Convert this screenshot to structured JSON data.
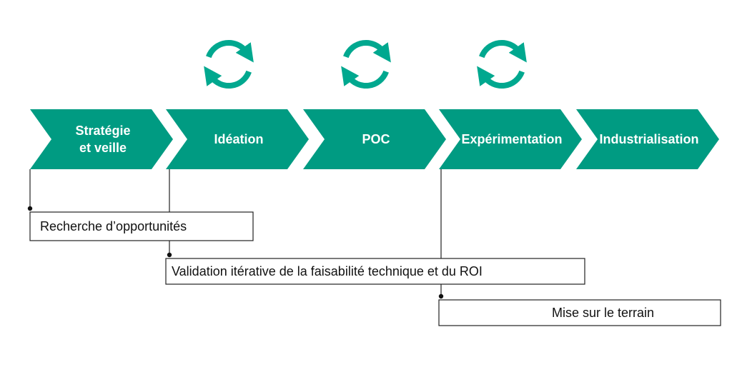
{
  "colors": {
    "chevron": "#009b82",
    "cycle": "#00a88f",
    "text_on_chevron": "#ffffff",
    "line": "#222222"
  },
  "stages": [
    {
      "lines": [
        "Stratégie",
        "et veille"
      ]
    },
    {
      "lines": [
        "Idéation"
      ]
    },
    {
      "lines": [
        "POC"
      ]
    },
    {
      "lines": [
        "Expérimentation"
      ]
    },
    {
      "lines": [
        "Industrialisation"
      ]
    }
  ],
  "cycle_icons": [
    {
      "icon": "cycle-arrows-icon",
      "stage_index": 1
    },
    {
      "icon": "cycle-arrows-icon",
      "stage_index": 2
    },
    {
      "icon": "cycle-arrows-icon",
      "stage_index": 3
    }
  ],
  "phases": [
    {
      "label": "Recherche d’opportunités"
    },
    {
      "label": "Validation itérative de la faisabilité technique et du ROI"
    },
    {
      "label": "Mise sur le terrain"
    }
  ]
}
